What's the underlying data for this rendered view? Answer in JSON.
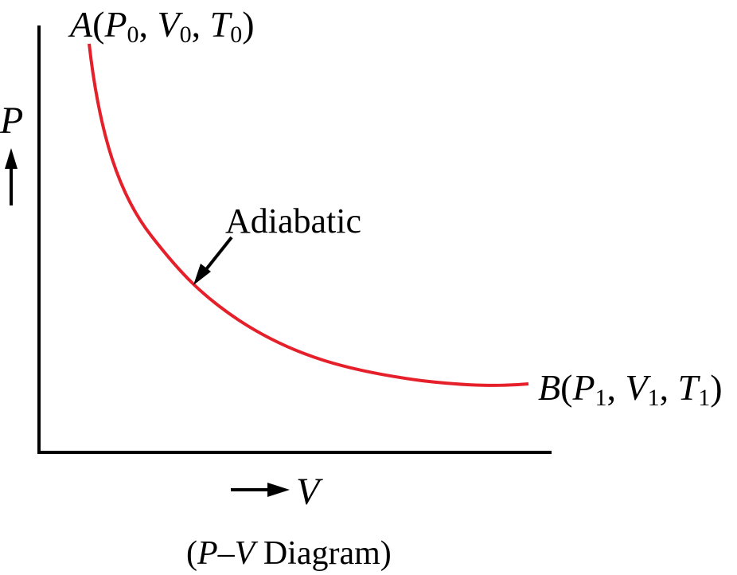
{
  "axes": {
    "y_label": "P",
    "x_label": "V"
  },
  "points": {
    "a": {
      "name": "A",
      "p": "P",
      "p_sub": "0",
      "v": "V",
      "v_sub": "0",
      "t": "T",
      "t_sub": "0"
    },
    "b": {
      "name": "B",
      "p": "P",
      "p_sub": "1",
      "v": "V",
      "v_sub": "1",
      "t": "T",
      "t_sub": "1"
    }
  },
  "curve": {
    "label": "Adiabatic",
    "color": "#e5202a"
  },
  "caption": {
    "open": "(",
    "p": "P",
    "dash": "–",
    "v": "V",
    "text": " Diagram)"
  }
}
